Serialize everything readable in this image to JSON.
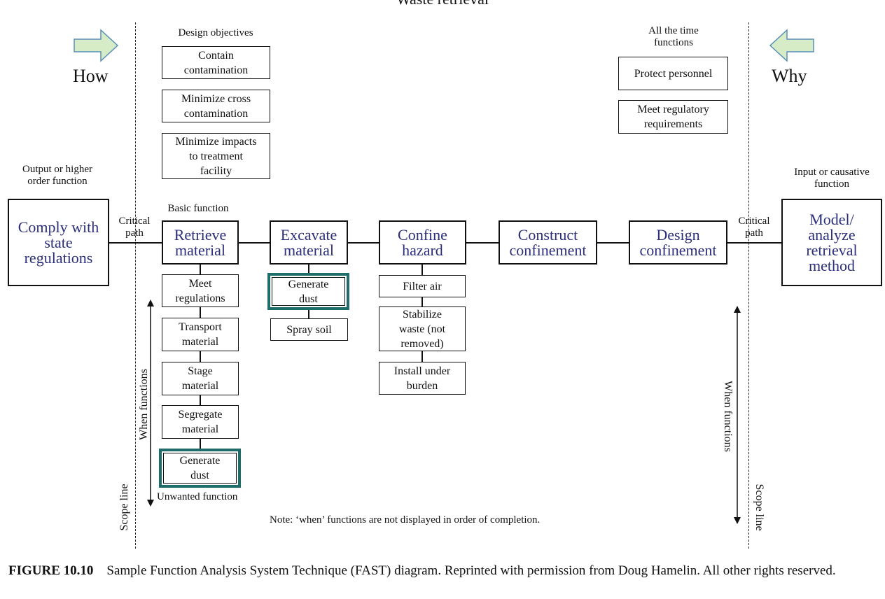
{
  "header": {
    "title": "Waste retrieval"
  },
  "labels": {
    "how": "How",
    "why": "Why",
    "design_objectives": "Design objectives",
    "all_time": "All the time\nfunctions",
    "output": "Output or higher\norder function",
    "input": "Input or causative\nfunction",
    "critical_left": "Critical\npath",
    "critical_right": "Critical\npath",
    "basic_function": "Basic function",
    "unwanted_function": "Unwanted function",
    "when_left": "When functions",
    "when_right": "When functions",
    "scope_left": "Scope line",
    "scope_right": "Scope line",
    "note": "Note: ‘when’ functions are not displayed in order of completion."
  },
  "design_objectives": [
    "Contain\ncontamination",
    "Minimize cross\ncontamination",
    "Minimize impacts\nto treatment\nfacility"
  ],
  "all_time_functions": [
    "Protect personnel",
    "Meet regulatory\nrequirements"
  ],
  "end_functions": {
    "left": "Comply with\nstate\nregulations",
    "right": "Model/\nanalyze\nretrieval\nmethod"
  },
  "critical_path": [
    "Retrieve\nmaterial",
    "Excavate\nmaterial",
    "Confine\nhazard",
    "Construct\nconfinement",
    "Design\nconfinement"
  ],
  "retrieve_when": [
    "Meet\nregulations",
    "Transport\nmaterial",
    "Stage\nmaterial",
    "Segregate\nmaterial",
    "Generate\ndust"
  ],
  "excavate_when": [
    "Generate\ndust",
    "Spray soil"
  ],
  "confine_when": [
    "Filter air",
    "Stabilize\nwaste (not\nremoved)",
    "Install under\nburden"
  ],
  "caption": {
    "figure": "FIGURE 10.10",
    "text": "Sample Function Analysis System Technique (FAST) diagram. Reprinted with permission from Doug Hamelin. All other rights reserved."
  },
  "colors": {
    "function_text": "#2b2e7a",
    "unwanted_border": "#1e6d6a",
    "arrow_fill": "#d6ecc6",
    "arrow_stroke": "#5a8fb8"
  }
}
